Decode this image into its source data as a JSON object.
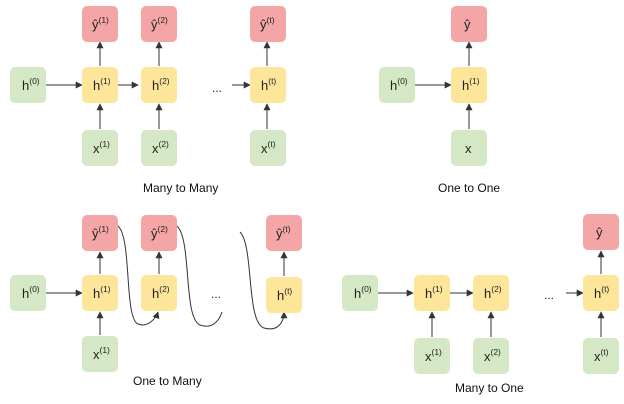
{
  "captions": {
    "many_to_many": "Many to Many",
    "one_to_one": "One to One",
    "one_to_many": "One to Many",
    "many_to_one": "Many to One"
  },
  "labels": {
    "h": "h",
    "x": "x",
    "y_hat": "ŷ",
    "dots": "...",
    "sup_0": "(0)",
    "sup_1": "(1)",
    "sup_2": "(2)",
    "sup_t": "(t)"
  },
  "colors": {
    "input": "#d5e8c5",
    "hidden": "#fde59a",
    "output": "#f4a6a6"
  }
}
